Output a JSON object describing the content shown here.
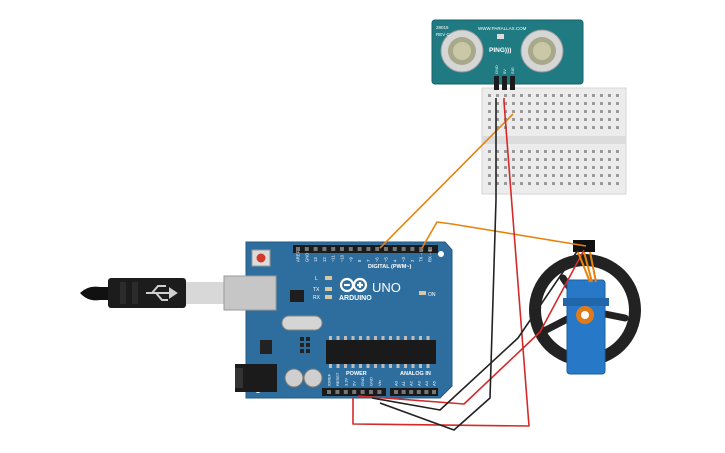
{
  "arduino": {
    "brand": "ARDUINO",
    "model": "UNO",
    "on_label": "ON",
    "digital_header": "DIGITAL (PWM~)",
    "power_header": "POWER",
    "analog_header": "ANALOG IN",
    "tx_label": "TX",
    "rx_label": "RX",
    "l_label": "L",
    "digital_pins": [
      "AREF",
      "GND",
      "13",
      "12",
      "~11",
      "~10",
      "~9",
      "8",
      "7",
      "~6",
      "~5",
      "4",
      "~3",
      "2",
      "TX→1",
      "RX←0"
    ],
    "power_pins": [
      "IOREF",
      "RESET",
      "3.3V",
      "5V",
      "GND",
      "GND",
      "Vin"
    ],
    "analog_pins": [
      "A0",
      "A1",
      "A2",
      "A3",
      "A4",
      "A5"
    ],
    "colors": {
      "board": "#2e6e9e",
      "header": "#1a1a1a"
    }
  },
  "sensor": {
    "name": "PING)))",
    "maker": "WWW.PARALLAX.COM",
    "part": "28015",
    "rev": "REV C",
    "pins": [
      "GND",
      "5V",
      "SIG"
    ],
    "color": "#1f7a82"
  },
  "wires": {
    "orange": "#e8820c",
    "red": "#d42a2a",
    "black": "#222222"
  }
}
